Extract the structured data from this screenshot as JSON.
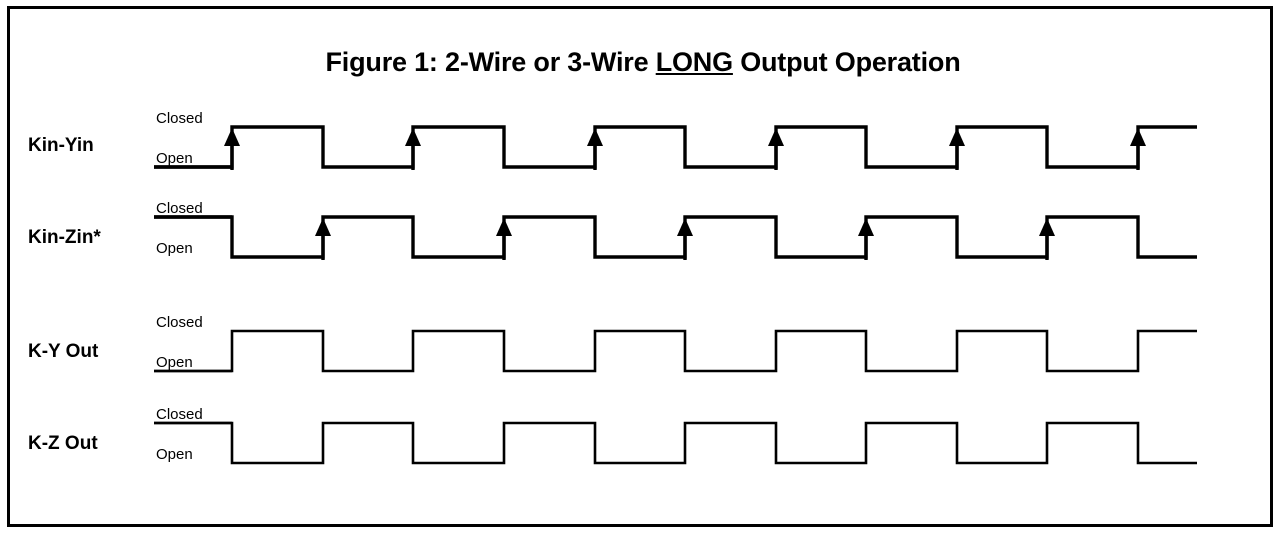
{
  "figure": {
    "title_prefix": "Figure 1: 2-Wire or 3-Wire ",
    "title_emphasis": "LONG",
    "title_suffix": " Output Operation",
    "border_color": "#000000",
    "trace_color": "#000000",
    "background_color": "#ffffff"
  },
  "axis_labels": {
    "high": "Closed",
    "low": "Open"
  },
  "chart_data": {
    "type": "line",
    "title": "Figure 1: 2-Wire or 3-Wire LONG Output Operation",
    "xlabel": "",
    "ylabel": "",
    "grid": false,
    "legend": "none",
    "description": "Digital timing diagram: four switch-contact waveforms alternating between Open and Closed states over six clock periods.",
    "level_names": [
      "Open",
      "Closed"
    ],
    "x_units": "pixels",
    "period": 181,
    "duty_cycle_percent": 50,
    "trace_start_x": 144,
    "trace_end_x": 1187,
    "first_edge_x": 222,
    "series": [
      {
        "name": "Kin-Yin",
        "start_level": "Open",
        "end_level": "Closed",
        "has_edge_arrows": true,
        "arrow_edge": "rising",
        "arrow_x_positions": [
          222,
          403,
          585,
          766,
          947,
          1128
        ],
        "transitions": [
          {
            "x": 222,
            "to": "Closed"
          },
          {
            "x": 313,
            "to": "Open"
          },
          {
            "x": 403,
            "to": "Closed"
          },
          {
            "x": 494,
            "to": "Open"
          },
          {
            "x": 585,
            "to": "Closed"
          },
          {
            "x": 675,
            "to": "Open"
          },
          {
            "x": 766,
            "to": "Closed"
          },
          {
            "x": 856,
            "to": "Open"
          },
          {
            "x": 947,
            "to": "Closed"
          },
          {
            "x": 1037,
            "to": "Open"
          },
          {
            "x": 1128,
            "to": "Closed"
          }
        ]
      },
      {
        "name": "Kin-Zin*",
        "start_level": "Closed",
        "end_level": "Open",
        "has_edge_arrows": true,
        "arrow_edge": "rising",
        "arrow_x_positions": [
          313,
          494,
          675,
          856,
          1037
        ],
        "transitions": [
          {
            "x": 222,
            "to": "Open"
          },
          {
            "x": 313,
            "to": "Closed"
          },
          {
            "x": 403,
            "to": "Open"
          },
          {
            "x": 494,
            "to": "Closed"
          },
          {
            "x": 585,
            "to": "Open"
          },
          {
            "x": 675,
            "to": "Closed"
          },
          {
            "x": 766,
            "to": "Open"
          },
          {
            "x": 856,
            "to": "Closed"
          },
          {
            "x": 947,
            "to": "Open"
          },
          {
            "x": 1037,
            "to": "Closed"
          },
          {
            "x": 1128,
            "to": "Open"
          }
        ]
      },
      {
        "name": "K-Y Out",
        "start_level": "Open",
        "end_level": "Closed",
        "has_edge_arrows": false,
        "arrow_x_positions": [],
        "transitions": [
          {
            "x": 222,
            "to": "Closed"
          },
          {
            "x": 313,
            "to": "Open"
          },
          {
            "x": 403,
            "to": "Closed"
          },
          {
            "x": 494,
            "to": "Open"
          },
          {
            "x": 585,
            "to": "Closed"
          },
          {
            "x": 675,
            "to": "Open"
          },
          {
            "x": 766,
            "to": "Closed"
          },
          {
            "x": 856,
            "to": "Open"
          },
          {
            "x": 947,
            "to": "Closed"
          },
          {
            "x": 1037,
            "to": "Open"
          },
          {
            "x": 1128,
            "to": "Closed"
          }
        ]
      },
      {
        "name": "K-Z Out",
        "start_level": "Closed",
        "end_level": "Open",
        "has_edge_arrows": false,
        "arrow_x_positions": [],
        "transitions": [
          {
            "x": 222,
            "to": "Open"
          },
          {
            "x": 313,
            "to": "Closed"
          },
          {
            "x": 403,
            "to": "Open"
          },
          {
            "x": 494,
            "to": "Closed"
          },
          {
            "x": 585,
            "to": "Open"
          },
          {
            "x": 675,
            "to": "Closed"
          },
          {
            "x": 766,
            "to": "Open"
          },
          {
            "x": 856,
            "to": "Closed"
          },
          {
            "x": 947,
            "to": "Open"
          },
          {
            "x": 1037,
            "to": "Closed"
          },
          {
            "x": 1128,
            "to": "Open"
          }
        ]
      }
    ]
  },
  "rows_layout": [
    {
      "top": 96,
      "label_top": 30,
      "high_y": 22,
      "low_y": 62,
      "stroke": 3.4,
      "label_underline": "low"
    },
    {
      "top": 186,
      "label_top": 32,
      "high_y": 22,
      "low_y": 62,
      "stroke": 3.4,
      "label_underline": "high"
    },
    {
      "top": 300,
      "label_top": 32,
      "high_y": 22,
      "low_y": 62,
      "stroke": 2.6,
      "label_underline": "low"
    },
    {
      "top": 392,
      "label_top": 32,
      "high_y": 22,
      "low_y": 62,
      "stroke": 2.6,
      "label_underline": "high"
    }
  ]
}
